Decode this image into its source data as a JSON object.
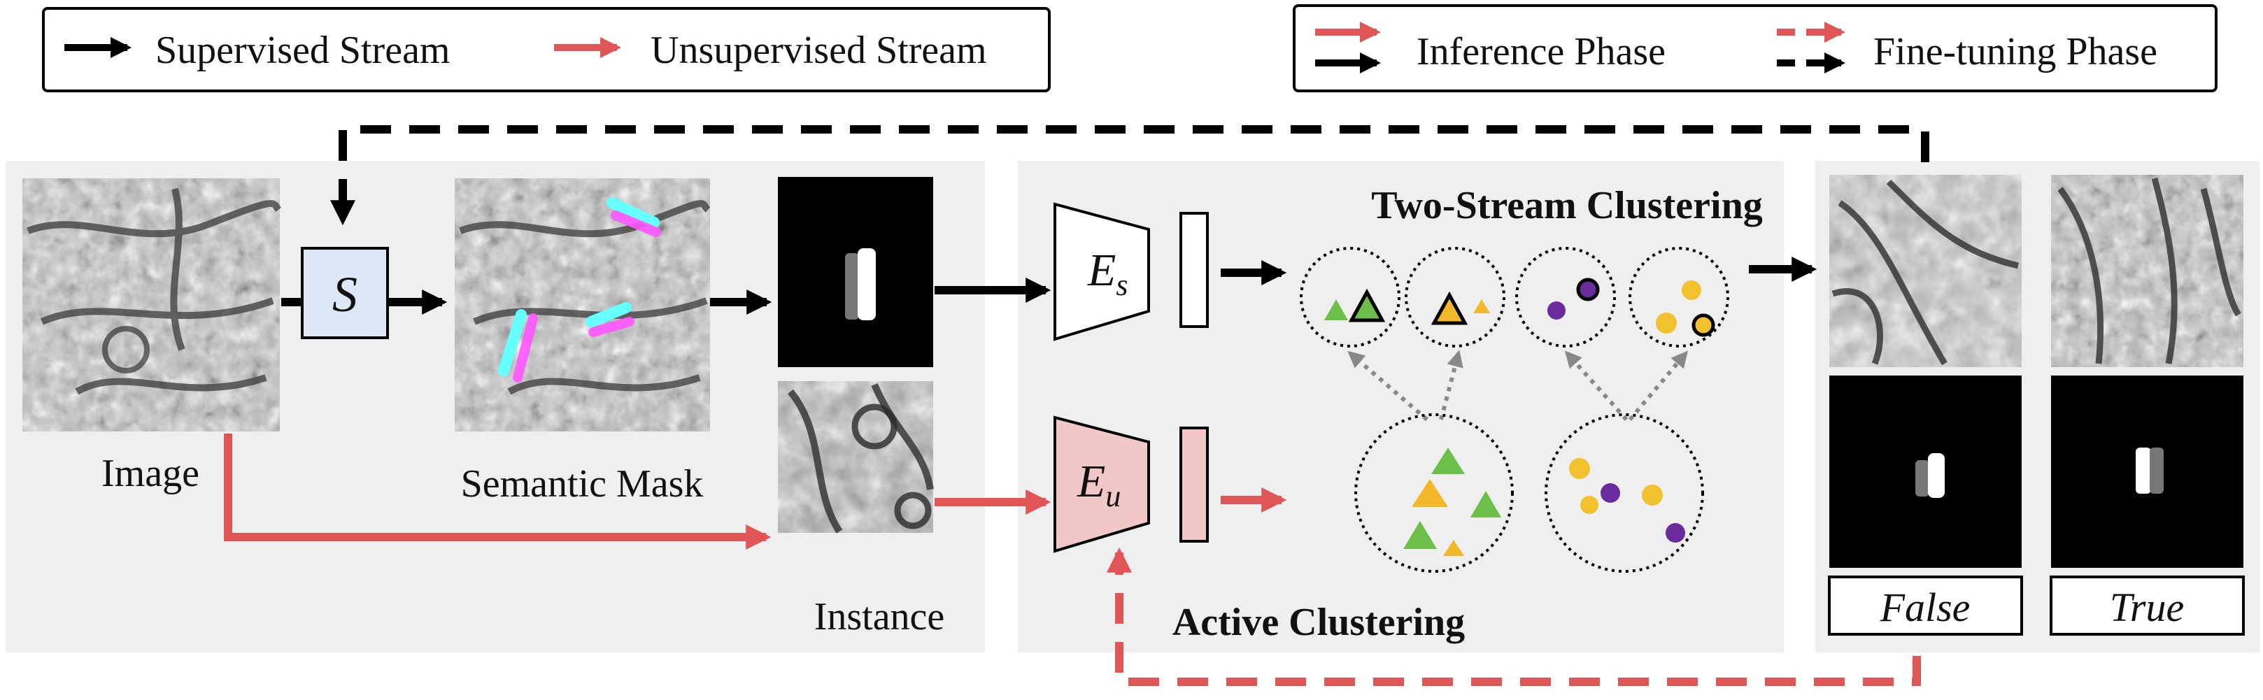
{
  "legend_left": {
    "supervised_label": "Supervised Stream",
    "unsupervised_label": "Unsupervised Stream"
  },
  "legend_right": {
    "inference_label": "Inference Phase",
    "finetune_label": "Fine-tuning Phase"
  },
  "labels": {
    "image": "Image",
    "semantic_mask": "Semantic Mask",
    "instance": "Instance",
    "segmenter": "S",
    "encoder_s_main": "E",
    "encoder_s_sub": "s",
    "encoder_u_main": "E",
    "encoder_u_sub": "u",
    "two_stream_title": "Two-Stream Clustering",
    "active_title": "Active Clustering",
    "false_label": "False",
    "true_label": "True"
  },
  "colors": {
    "supervised": "#000000",
    "unsupervised": "#e05555",
    "panel_bg": "#efefef",
    "segmenter_fill": "#dde8f7",
    "encoder_u_fill": "#f2c7c7",
    "triangle_green": "#6cc04a",
    "triangle_orange": "#f2b829",
    "dot_purple": "#6a2c9c",
    "dot_yellow": "#f2c12e",
    "mask_cyan": "#66ffff",
    "mask_magenta": "#ff55ff"
  },
  "icons": {
    "legend_arrow": "arrow-right-icon",
    "cluster_shapes": [
      "triangle-icon",
      "dot-icon"
    ]
  }
}
